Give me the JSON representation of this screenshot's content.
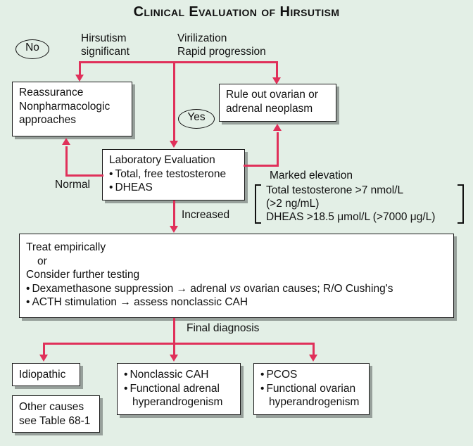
{
  "title": "Clinical Evaluation of Hirsutism",
  "colors": {
    "background": "#e3efe6",
    "arrow": "#e0305a",
    "box_fill": "#ffffff",
    "box_border": "#1b1b1b",
    "text": "#111111"
  },
  "labels": {
    "no": "No",
    "yes": "Yes",
    "hirsutism_1": "Hirsutism",
    "hirsutism_2": "significant",
    "virilization_1": "Virilization",
    "virilization_2": "Rapid progression",
    "normal": "Normal",
    "increased": "Increased",
    "marked_elevation": "Marked elevation",
    "final_diagnosis": "Final diagnosis"
  },
  "boxes": {
    "reassurance": {
      "lines": [
        "Reassurance",
        "Nonpharmacologic",
        "approaches"
      ]
    },
    "rule_out": {
      "lines": [
        "Rule out ovarian or",
        "adrenal neoplasm"
      ]
    },
    "laboratory": {
      "heading": "Laboratory Evaluation",
      "items": [
        "Total, free testosterone",
        "DHEAS"
      ]
    },
    "treat": {
      "line1": "Treat empirically",
      "line2": "or",
      "line3": "Consider further testing",
      "item1_a": "Dexamethasone suppression → adrenal ",
      "item1_vs": "vs",
      "item1_b": " ovarian causes; R/O Cushing's",
      "item2": "ACTH stimulation → assess nonclassic CAH"
    },
    "idiopathic": {
      "lines": [
        "Idiopathic"
      ]
    },
    "other_causes": {
      "lines": [
        "Other causes",
        "see Table 68-1"
      ]
    },
    "adrenal": {
      "items": [
        "Nonclassic CAH",
        "Functional adrenal"
      ],
      "continuation": "hyperandrogenism"
    },
    "ovarian": {
      "items": [
        "PCOS",
        "Functional ovarian"
      ],
      "continuation": "hyperandrogenism"
    }
  },
  "marked_elevation_panel": {
    "lines": [
      "Total testosterone >7 nmol/L",
      "(>2 ng/mL)",
      "DHEAS >18.5 μmol/L (>7000 μg/L)"
    ]
  }
}
